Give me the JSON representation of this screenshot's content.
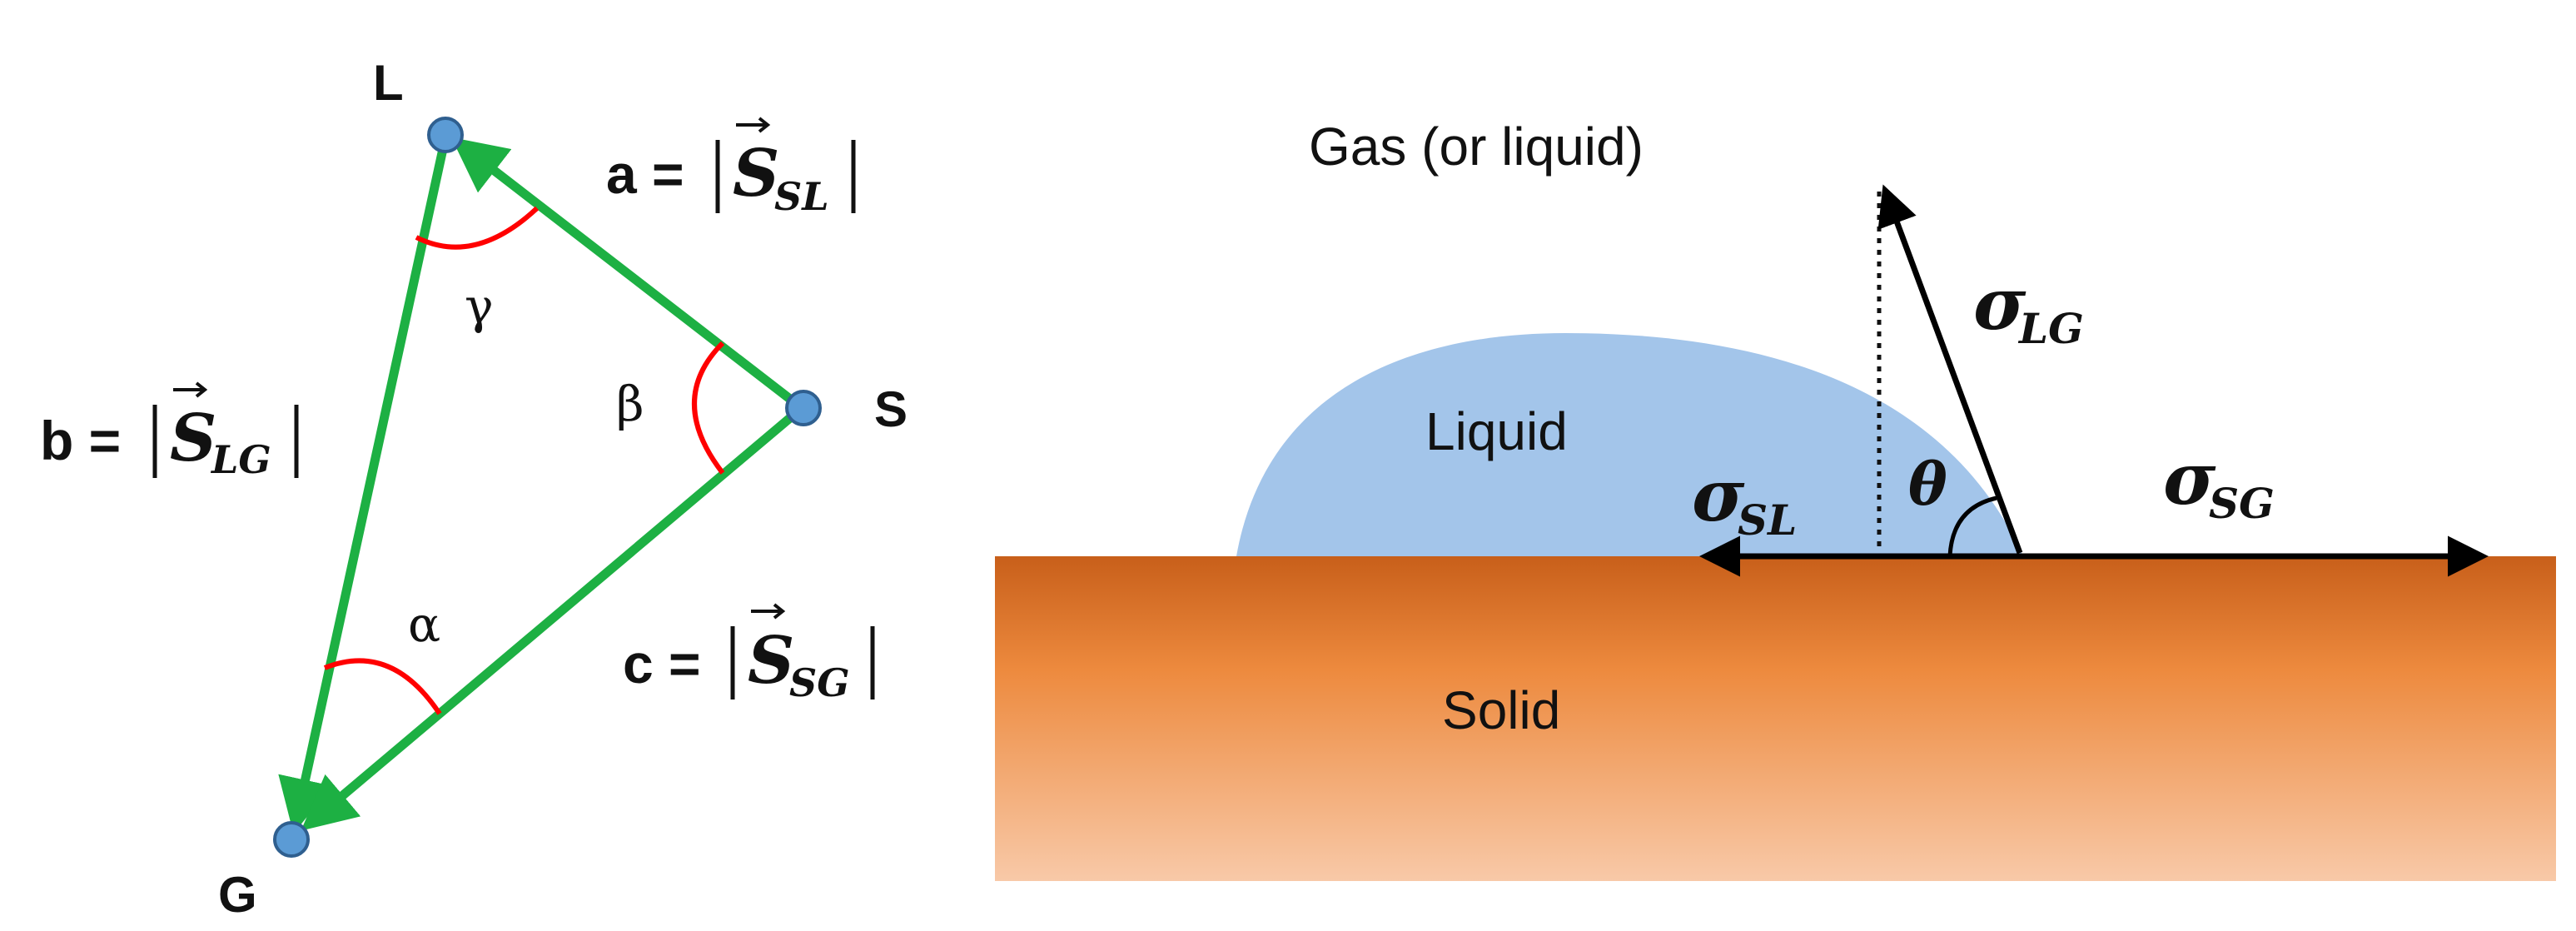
{
  "triangle": {
    "vertex_labels": {
      "L": "L",
      "S": "S",
      "G": "G"
    },
    "angles": {
      "gamma": "γ",
      "beta": "β",
      "alpha": "α"
    },
    "sides": {
      "a": {
        "prefix": "a = ",
        "vector": "S",
        "sub": "SL"
      },
      "b": {
        "prefix": "b = ",
        "vector": "S",
        "sub": "LG"
      },
      "c": {
        "prefix": "c = ",
        "vector": "S",
        "sub": "SG"
      }
    }
  },
  "contact": {
    "gas_label": "Gas (or liquid)",
    "liquid_label": "Liquid",
    "solid_label": "Solid",
    "theta": "θ",
    "sigma": "σ",
    "forces": {
      "lg": "LG",
      "sl": "SL",
      "sg": "SG"
    }
  },
  "colors": {
    "green": "#1db043",
    "red": "#ff0000",
    "dot": "#5b9bd5",
    "liquid": "#a3c5ea",
    "solid_top": "#c85f1a",
    "solid_bottom": "#f8c9a8"
  }
}
